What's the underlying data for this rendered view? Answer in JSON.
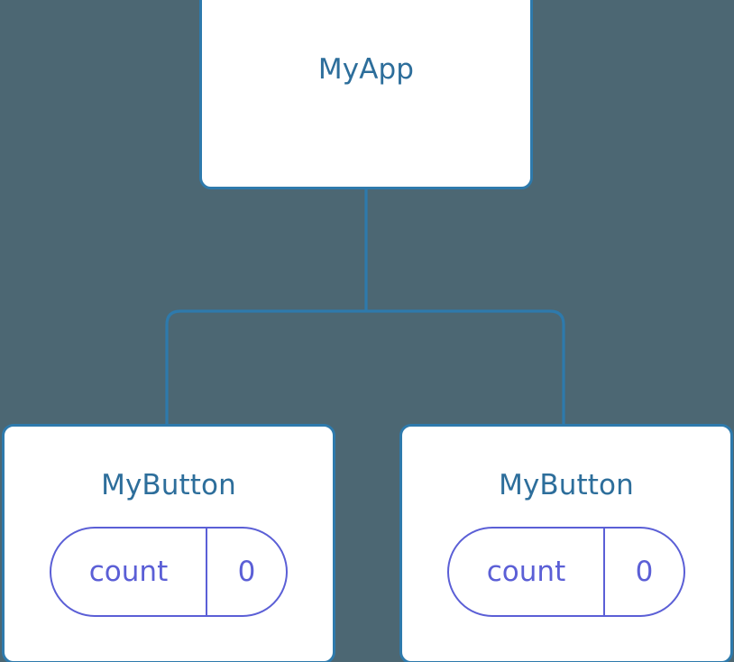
{
  "diagram": {
    "type": "component-tree",
    "background_color": "#4c6773",
    "node_border_color": "#2e7aac",
    "node_fill_color": "#ffffff",
    "node_title_color": "#2d6e9b",
    "connector_color": "#2e7aac",
    "state_pill_color": "#5b5fd6",
    "root": {
      "title": "MyApp"
    },
    "children": [
      {
        "title": "MyButton",
        "state": {
          "key": "count",
          "value": "0"
        }
      },
      {
        "title": "MyButton",
        "state": {
          "key": "count",
          "value": "0"
        }
      }
    ]
  }
}
